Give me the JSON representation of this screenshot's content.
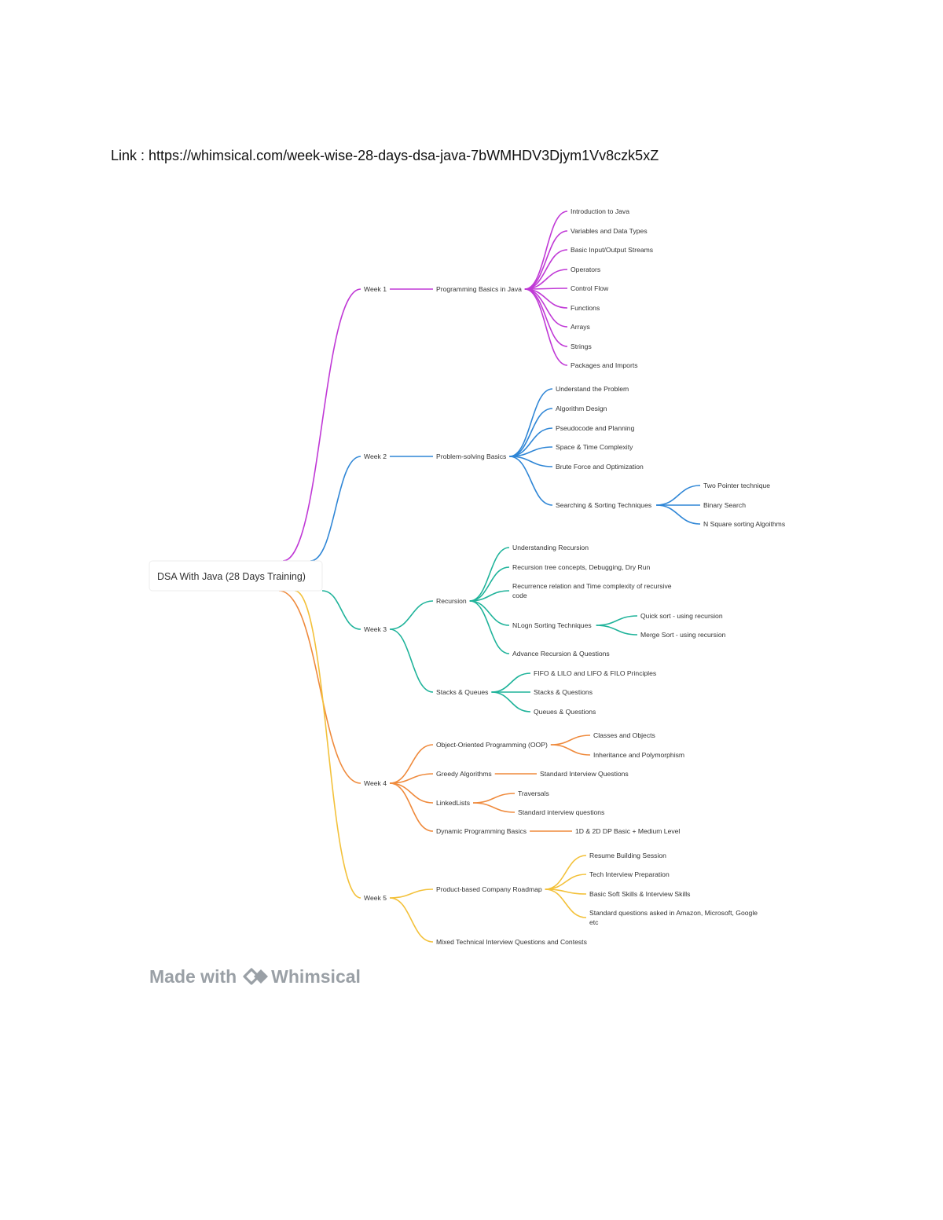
{
  "header": {
    "link_text": "Link : https://whimsical.com/week-wise-28-days-dsa-java-7bWMHDV3Djym1Vv8czk5xZ"
  },
  "mindmap": {
    "root": "DSA With Java  (28 Days Training)",
    "weeks": [
      {
        "label": "Week 1",
        "color": "#c039d6",
        "topics": [
          {
            "label": "Programming Basics in Java",
            "items": [
              {
                "label": "Introduction to Java"
              },
              {
                "label": "Variables and Data Types"
              },
              {
                "label": "Basic Input/Output Streams"
              },
              {
                "label": "Operators"
              },
              {
                "label": "Control Flow"
              },
              {
                "label": "Functions"
              },
              {
                "label": "Arrays"
              },
              {
                "label": "Strings"
              },
              {
                "label": "Packages and Imports"
              }
            ]
          }
        ]
      },
      {
        "label": "Week 2",
        "color": "#2f86d6",
        "topics": [
          {
            "label": "Problem-solving Basics",
            "items": [
              {
                "label": "Understand the Problem"
              },
              {
                "label": "Algorithm Design"
              },
              {
                "label": "Pseudocode and Planning"
              },
              {
                "label": "Space & Time Complexity"
              },
              {
                "label": "Brute Force and Optimization"
              },
              {
                "label": "Searching & Sorting Techniques",
                "items": [
                  {
                    "label": "Two Pointer technique"
                  },
                  {
                    "label": "Binary Search"
                  },
                  {
                    "label": "N Square sorting Algoithms"
                  }
                ]
              }
            ]
          }
        ]
      },
      {
        "label": "Week 3",
        "color": "#1fb39a",
        "topics": [
          {
            "label": "Recursion",
            "items": [
              {
                "label": "Understanding Recursion"
              },
              {
                "label": "Recursion tree concepts, Debugging, Dry Run"
              },
              {
                "label": "Recurrence relation and Time complexity of recursive code"
              },
              {
                "label": "NLogn Sorting Techniques",
                "items": [
                  {
                    "label": "Quick sort - using recursion"
                  },
                  {
                    "label": "Merge Sort - using recursion"
                  }
                ]
              },
              {
                "label": "Advance Recursion & Questions"
              }
            ]
          },
          {
            "label": "Stacks & Queues",
            "items": [
              {
                "label": "FIFO & LILO and LIFO & FILO Principles"
              },
              {
                "label": "Stacks & Questions"
              },
              {
                "label": "Queues & Questions"
              }
            ]
          }
        ]
      },
      {
        "label": "Week 4",
        "color": "#ef8a3c",
        "topics": [
          {
            "label": "Object-Oriented Programming (OOP)",
            "items": [
              {
                "label": "Classes and Objects"
              },
              {
                "label": "Inheritance and Polymorphism"
              }
            ]
          },
          {
            "label": "Greedy Algorithms",
            "items": [
              {
                "label": "Standard Interview Questions"
              }
            ]
          },
          {
            "label": "LinkedLists",
            "items": [
              {
                "label": "Traversals"
              },
              {
                "label": "Standard interview questions"
              }
            ]
          },
          {
            "label": "Dynamic Programming Basics",
            "items": [
              {
                "label": "1D & 2D DP Basic + Medium Level"
              }
            ]
          }
        ]
      },
      {
        "label": "Week 5",
        "color": "#f3c13a",
        "topics": [
          {
            "label": "Product-based Company Roadmap",
            "items": [
              {
                "label": "Resume Building Session"
              },
              {
                "label": "Tech Interview Preparation"
              },
              {
                "label": "Basic Soft Skills & Interview Skills"
              },
              {
                "label": "Standard questions asked in Amazon, Microsoft, Google etc"
              }
            ]
          },
          {
            "label": "Mixed Technical Interview Questions and Contests",
            "items": []
          }
        ]
      }
    ]
  },
  "footer": {
    "made_with": "Made with",
    "brand": "Whimsical",
    "logo_icon": "whimsical-logo-icon"
  }
}
